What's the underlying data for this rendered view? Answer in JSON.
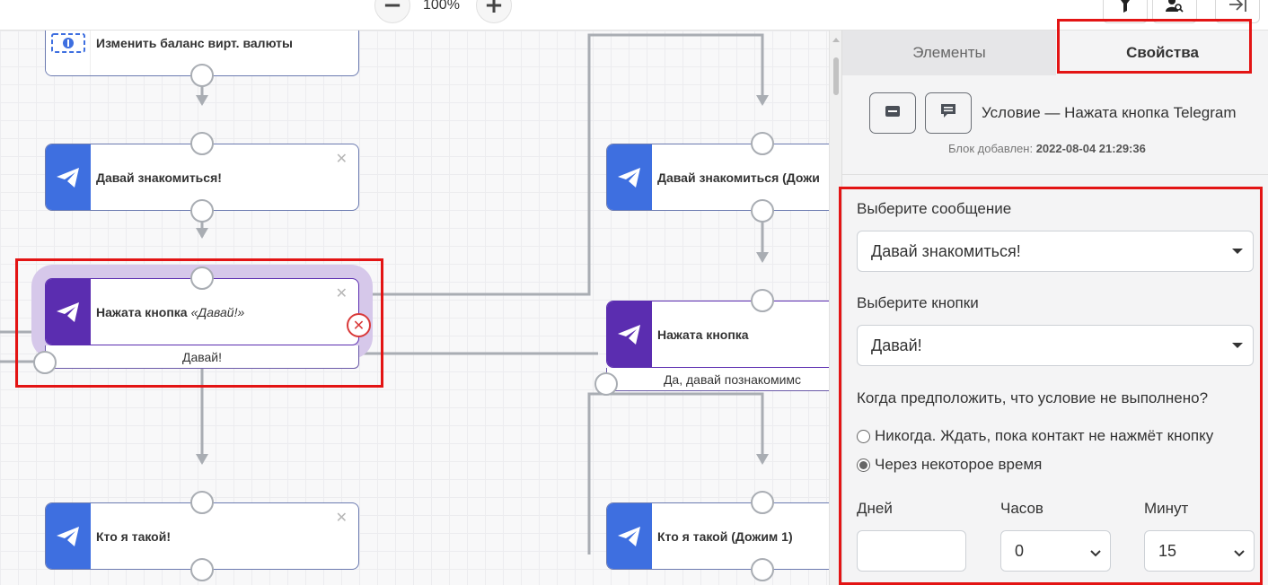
{
  "toolbar": {
    "zoom_out_label": "−",
    "zoom_level": "100%",
    "zoom_in_label": "+",
    "filter_icon": "filter-icon",
    "user_search_icon": "user-search-icon",
    "exit_icon": "exit-icon"
  },
  "canvas": {
    "nodes": [
      {
        "title": "Изменить баланс вирт. валюты",
        "icon": "currency-icon"
      },
      {
        "title": "Давай знакомиться!",
        "icon": "telegram-icon"
      },
      {
        "title": "Нажата кнопка",
        "title_italic": "«Давай!»",
        "icon": "telegram-icon",
        "button": "Давай!"
      },
      {
        "title": "Кто я такой!",
        "icon": "telegram-icon"
      },
      {
        "title": "Давай знакомиться (Дожи",
        "icon": "telegram-icon"
      },
      {
        "title": "Нажата кнопка",
        "icon": "telegram-icon",
        "button": "Да, давай познакомимс"
      },
      {
        "title": "Кто я такой (Дожим 1)",
        "icon": "telegram-icon"
      }
    ],
    "close_symbol": "✕",
    "delete_symbol": "✕"
  },
  "panel": {
    "tabs": [
      "Элементы",
      "Свойства"
    ],
    "active_tab": "Свойства",
    "condition_title": "Условие — Нажата кнопка Telegram",
    "added_label": "Блок добавлен:",
    "added_value": "2022-08-04 21:29:36",
    "message_label": "Выберите сообщение",
    "message_value": "Давай знакомиться!",
    "buttons_label": "Выберите кнопки",
    "buttons_value": "Давай!",
    "question": "Когда предположить, что условие не выполнено?",
    "options": [
      {
        "label": "Никогда. Ждать, пока контакт не нажмёт кнопку",
        "checked": false
      },
      {
        "label": "Через некоторое время",
        "checked": true
      }
    ],
    "days_label": "Дней",
    "days_value": "",
    "hours_label": "Часов",
    "hours_value": "0",
    "minutes_label": "Минут",
    "minutes_value": "15"
  },
  "colors": {
    "accent_red": "#e31414",
    "telegram_blue": "#3e6fe0",
    "condition_purple": "#5b2db0"
  }
}
